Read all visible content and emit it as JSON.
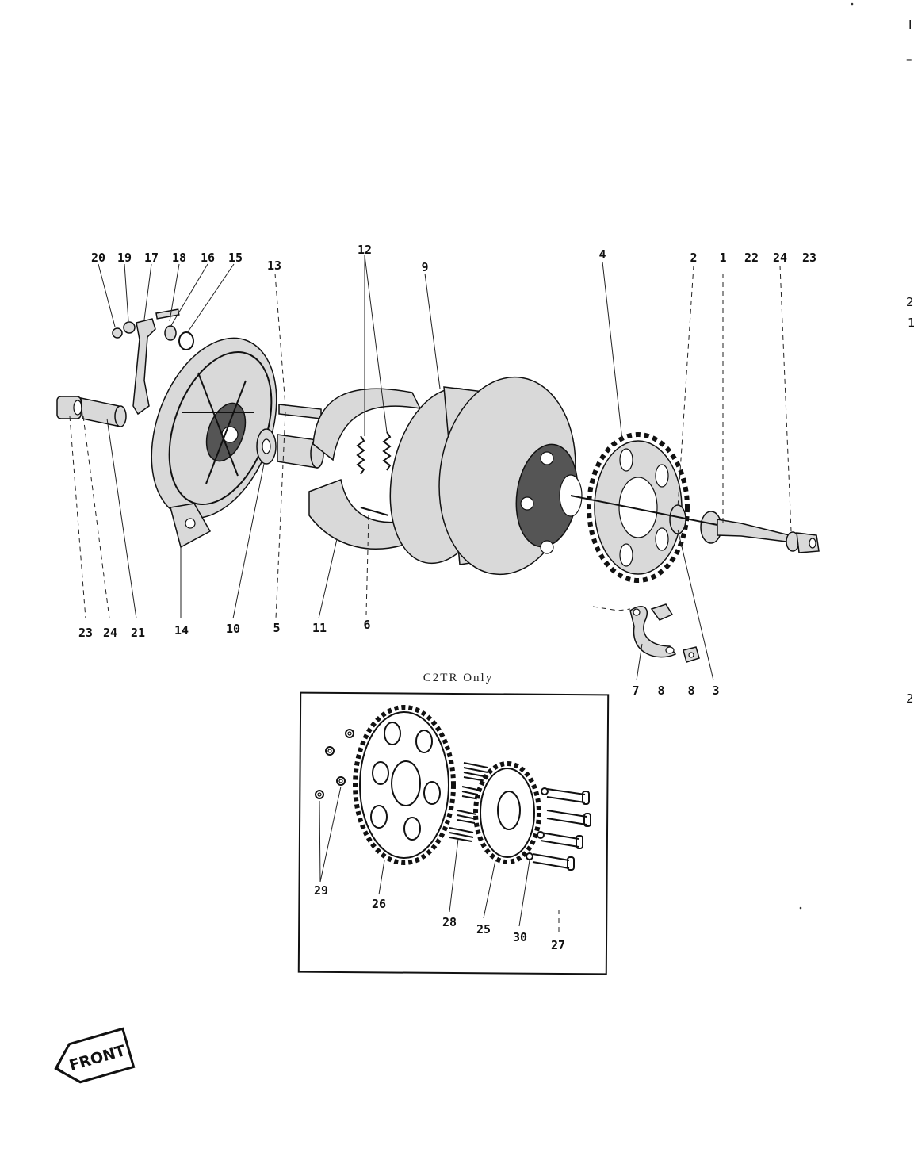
{
  "callouts": {
    "top": [
      "20",
      "19",
      "17",
      "18",
      "16",
      "15",
      "13",
      "12",
      "9",
      "4",
      "2",
      "1",
      "22",
      "24",
      "23"
    ],
    "bottom": [
      "23",
      "24",
      "21",
      "14",
      "10",
      "5",
      "11",
      "6"
    ],
    "sprocket": [
      "7",
      "8",
      "8",
      "3"
    ],
    "inset": [
      "29",
      "26",
      "28",
      "25",
      "30",
      "27"
    ]
  },
  "inset": {
    "title": "C2TR Only"
  },
  "badge": {
    "text": "FRONT"
  },
  "edge_marks": [
    "I",
    "–",
    "2",
    "1",
    "2"
  ]
}
